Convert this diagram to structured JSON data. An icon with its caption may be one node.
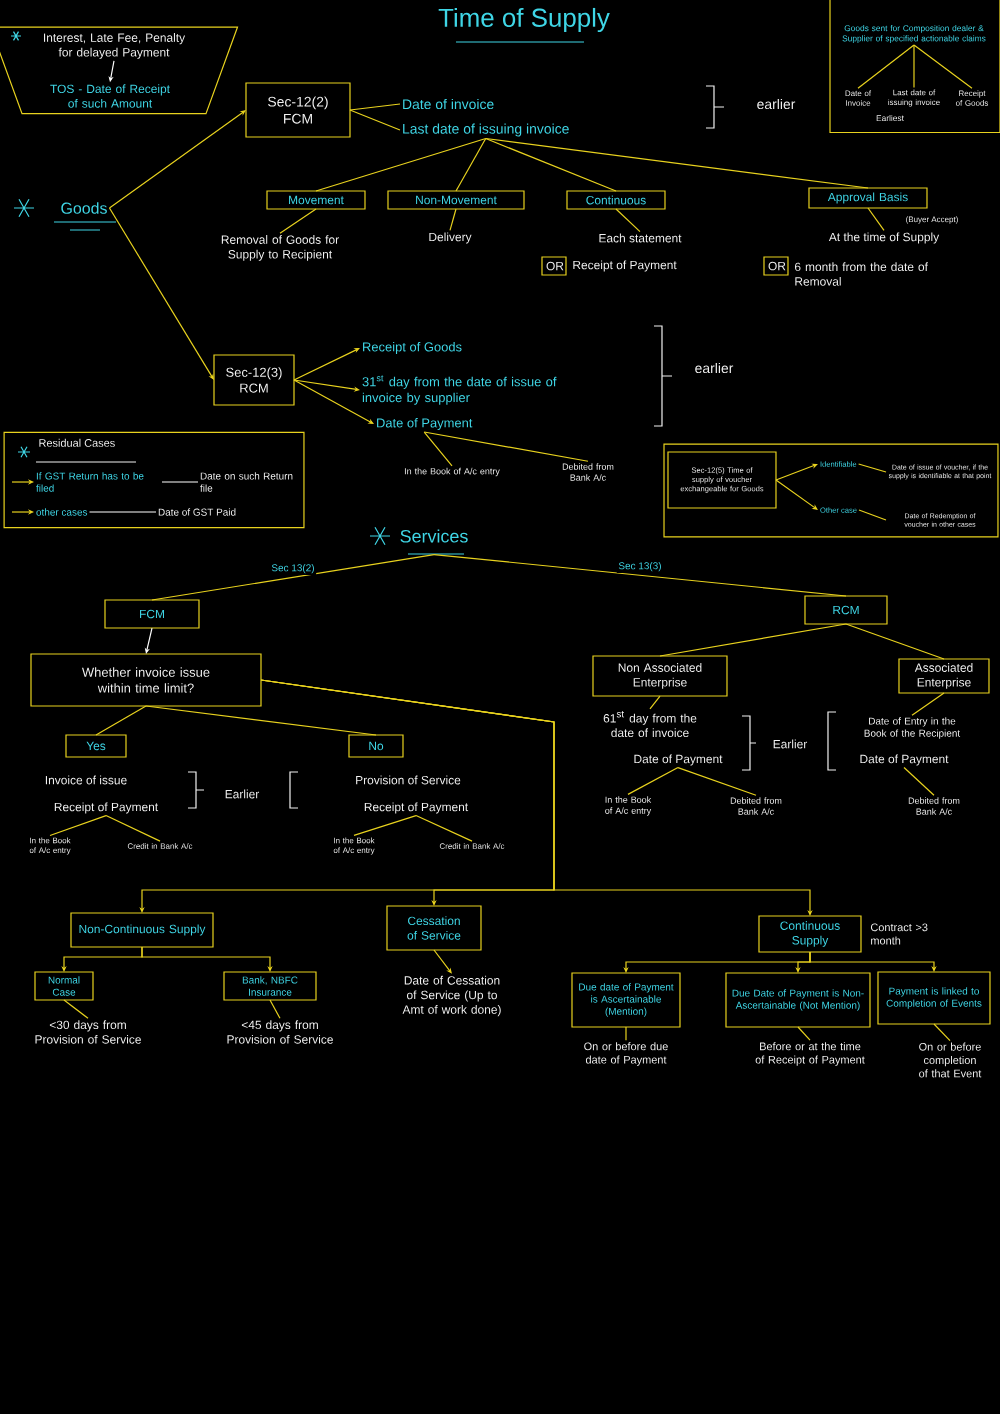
{
  "diagram": {
    "title": "Time of Supply",
    "nodes": [
      {
        "text": [],
        "shape": "trapezoid"
      },
      {
        "text": [
          "Interest, Late Fee, Penalty for delayed Payment"
        ],
        "in": 0
      },
      {
        "text": [
          "TOS - Date of Receipt of such Amount"
        ],
        "in": 0
      },
      {
        "text": [],
        "shape": "box"
      },
      {
        "text": [
          "Goods sent for Composition dealer & Supplier of specified actionable claims"
        ],
        "in": 3
      },
      {
        "text": [
          "Date of Invoice"
        ],
        "in": 3
      },
      {
        "text": [
          "Last date of issuing invoice"
        ],
        "in": 3
      },
      {
        "text": [
          "Receipt of Goods"
        ],
        "in": 3
      },
      {
        "text": [
          "Goods"
        ]
      },
      {
        "text": [
          "Sec-12(2) FCM"
        ]
      },
      {
        "text": [
          "Date of invoice"
        ]
      },
      {
        "text": [
          "Last date of issuing invoice"
        ]
      },
      {
        "text": [
          "Movement"
        ]
      },
      {
        "text": [
          "Non-Movement"
        ]
      },
      {
        "text": [
          "Continuous"
        ]
      },
      {
        "text": [
          "Approval Basis"
        ],
        "beside": [
          "(Buyer Accept)"
        ]
      },
      {
        "text": [
          "Removal of Goods for Supply to Recipient"
        ]
      },
      {
        "text": [
          "Delivery"
        ]
      },
      {
        "text": [
          "Each statement"
        ]
      },
      {
        "text": [
          "OR"
        ],
        "beside": [
          "Receipt of Payment"
        ]
      },
      {
        "text": [
          "At the time of Supply"
        ]
      },
      {
        "text": [
          "OR"
        ],
        "beside": [
          "6 month from the date of Removal"
        ]
      },
      {
        "text": [
          "Sec-12(3) RCM"
        ]
      },
      {
        "text": [
          "Receipt of Goods"
        ]
      },
      {
        "text": [
          "31$^{st}$ day from the date of issue of invoice by supplier"
        ]
      },
      {
        "text": [
          "Date of Payment"
        ]
      },
      {
        "text": [
          "In the Book of A/c entry"
        ]
      },
      {
        "text": [
          "Debited from Bank A/c"
        ]
      },
      {
        "text": [
          "Residual Cases"
        ]
      },
      {
        "text": [
          "If GST Return has to be filed"
        ],
        "in": 28
      },
      {
        "text": [
          "Date on such Return file"
        ],
        "in": 28
      },
      {
        "text": [
          "other cases"
        ],
        "in": 28
      },
      {
        "text": [
          "Date of GST Paid"
        ],
        "in": 28
      },
      {
        "text": [],
        "shape": "box"
      },
      {
        "text": [
          "Sec-12(5) Time of supply of voucher exchangeable for Goods"
        ],
        "in": 33
      },
      {
        "text": [
          "Identifiable"
        ],
        "in": 33
      },
      {
        "text": [
          "Other case"
        ],
        "in": 33
      },
      {
        "text": [
          "Date of issue of voucher, if the supply is identifiable at that point"
        ],
        "in": 33
      },
      {
        "text": [
          "Date of Redemption of voucher in other cases"
        ],
        "in": 33
      },
      {
        "text": [
          "Services"
        ]
      },
      {
        "text": [
          "FCM"
        ]
      },
      {
        "text": [
          "Whether invoice issue within time limit?"
        ]
      },
      {
        "text": [
          "Yes"
        ]
      },
      {
        "text": [
          "No"
        ]
      },
      {
        "text": [
          "Receipt of Payment"
        ]
      },
      {
        "text": [
          "In the Book of A/c entry"
        ]
      },
      {
        "text": [
          "Credit in Bank A/c"
        ]
      },
      {
        "text": [
          "Receipt of Payment"
        ]
      },
      {
        "text": [
          "In the Book of A/c entry"
        ]
      },
      {
        "text": [
          "Credit in Bank A/c"
        ]
      },
      {
        "text": [
          "RCM"
        ]
      },
      {
        "text": [
          "Non Associated Enterprise"
        ]
      },
      {
        "text": [
          "Associated Enterprise"
        ]
      },
      {
        "text": [
          "61$^{st}$ day from the date of invoice"
        ]
      },
      {
        "text": [
          "Date of Payment"
        ]
      },
      {
        "text": [
          "Date of Entry in the Book of the Recipient"
        ]
      },
      {
        "text": [
          "Date of Payment"
        ]
      },
      {
        "text": [
          "In the Book of A/c entry"
        ]
      },
      {
        "text": [
          "Debited from Bank A/c"
        ]
      },
      {
        "text": [
          "Debited from Bank A/c"
        ]
      },
      {
        "text": [
          "Non-Continuous Supply"
        ]
      },
      {
        "text": [
          "Cessation of Service"
        ]
      },
      {
        "text": [
          "Continuous Supply"
        ],
        "beside": [
          "Contract >3 month"
        ]
      },
      {
        "text": [
          "Normal Case"
        ]
      },
      {
        "text": [
          "Bank, NBFC Insurance"
        ]
      },
      {
        "text": [
          "<30 days from Provision of Service"
        ]
      },
      {
        "text": [
          "<45 days from Provision of Service"
        ]
      },
      {
        "text": [
          "Date of Cessation of Service (Up to Amt of work done)"
        ]
      },
      {
        "text": [
          "Due date of Payment is Ascertainable (Mention)"
        ]
      },
      {
        "text": [
          "Due Date of Payment is Non-Ascertainable (Not Mention)"
        ]
      },
      {
        "text": [
          "Payment is linked to Completion of Events"
        ]
      },
      {
        "text": [
          "On or before due date of Payment"
        ]
      },
      {
        "text": [
          "Before or at the time of Receipt of Payment"
        ]
      },
      {
        "text": [
          "On or before completion of that Event"
        ]
      }
    ],
    "edges": [
      {
        "from": 1,
        "to": 2,
        "arrow": "to",
        "color": "#ffffff"
      },
      {
        "from": 4,
        "to": 5,
        "arrow": "none"
      },
      {
        "from": 4,
        "to": 6,
        "arrow": "none"
      },
      {
        "from": 4,
        "to": 7,
        "arrow": "none"
      },
      {
        "from": 8,
        "to": 9,
        "arrow": "to"
      },
      {
        "from": 8,
        "to": 22,
        "arrow": "to"
      },
      {
        "from": 9,
        "to": 10,
        "arrow": "none"
      },
      {
        "from": 9,
        "to": 11,
        "arrow": "none"
      },
      {
        "from": 11,
        "to": 12,
        "arrow": "none"
      },
      {
        "from": 11,
        "to": 13,
        "arrow": "none"
      },
      {
        "from": 11,
        "to": 14,
        "arrow": "none"
      },
      {
        "from": 11,
        "to": 15,
        "arrow": "none"
      },
      {
        "from": 12,
        "to": 16,
        "arrow": "none"
      },
      {
        "from": 13,
        "to": 17,
        "arrow": "none"
      },
      {
        "from": 14,
        "to": 18,
        "arrow": "none"
      },
      {
        "from": 15,
        "to": 20,
        "arrow": "none"
      },
      {
        "from": 22,
        "to": 23,
        "arrow": "to"
      },
      {
        "from": 22,
        "to": 24,
        "arrow": "to"
      },
      {
        "from": 22,
        "to": 25,
        "arrow": "to"
      },
      {
        "from": 25,
        "to": 26,
        "arrow": "none"
      },
      {
        "from": 25,
        "to": 27,
        "arrow": "none"
      },
      {
        "from": null,
        "to": 29,
        "arrow": "to"
      },
      {
        "from": 29,
        "to": 30,
        "arrow": "none",
        "color": "#ffffff"
      },
      {
        "from": null,
        "to": 31,
        "arrow": "to"
      },
      {
        "from": 31,
        "to": 32,
        "arrow": "none",
        "color": "#ffffff"
      },
      {
        "from": 34,
        "to": 35,
        "arrow": "to"
      },
      {
        "from": 34,
        "to": 36,
        "arrow": "to"
      },
      {
        "from": 35,
        "to": 37,
        "arrow": "none"
      },
      {
        "from": 36,
        "to": 38,
        "arrow": "none"
      },
      {
        "from": 39,
        "to": 40,
        "arrow": "none",
        "label": "Sec 13(2)"
      },
      {
        "from": 39,
        "to": 50,
        "arrow": "none",
        "label": "Sec 13(3)"
      },
      {
        "from": 40,
        "to": 41,
        "arrow": "to",
        "color": "#ffffff"
      },
      {
        "from": 41,
        "to": 42,
        "arrow": "none"
      },
      {
        "from": 41,
        "to": 43,
        "arrow": "none"
      },
      {
        "from": 41,
        "to": 60,
        "arrow": "to"
      },
      {
        "from": 41,
        "to": 61,
        "arrow": "to"
      },
      {
        "from": 41,
        "to": 62,
        "arrow": "to"
      },
      {
        "from": 44,
        "to": 45,
        "arrow": "none"
      },
      {
        "from": 44,
        "to": 46,
        "arrow": "none"
      },
      {
        "from": 47,
        "to": 48,
        "arrow": "none"
      },
      {
        "from": 47,
        "to": 49,
        "arrow": "none"
      },
      {
        "from": 50,
        "to": 51,
        "arrow": "none"
      },
      {
        "from": 50,
        "to": 52,
        "arrow": "none"
      },
      {
        "from": 51,
        "to": 53,
        "arrow": "none"
      },
      {
        "from": 52,
        "to": 55,
        "arrow": "none"
      },
      {
        "from": 54,
        "to": 57,
        "arrow": "none"
      },
      {
        "from": 54,
        "to": 58,
        "arrow": "none"
      },
      {
        "from": 56,
        "to": 59,
        "arrow": "none"
      },
      {
        "from": 60,
        "to": 63,
        "arrow": "to"
      },
      {
        "from": 60,
        "to": 64,
        "arrow": "to"
      },
      {
        "from": 63,
        "to": 65,
        "arrow": "none"
      },
      {
        "from": 64,
        "to": 66,
        "arrow": "none"
      },
      {
        "from": 61,
        "to": 67,
        "arrow": "to"
      },
      {
        "from": 62,
        "to": 68,
        "arrow": "to"
      },
      {
        "from": 62,
        "to": 69,
        "arrow": "to"
      },
      {
        "from": 62,
        "to": 70,
        "arrow": "to"
      },
      {
        "from": 68,
        "to": 71,
        "arrow": "none"
      },
      {
        "from": 69,
        "to": 72,
        "arrow": "none"
      },
      {
        "from": 70,
        "to": 73,
        "arrow": "none"
      }
    ],
    "labels": [
      "Earliest",
      "earlier",
      "earlier",
      "Invoice of issue",
      "Earlier",
      "Provision of Service",
      "Earlier"
    ]
  }
}
